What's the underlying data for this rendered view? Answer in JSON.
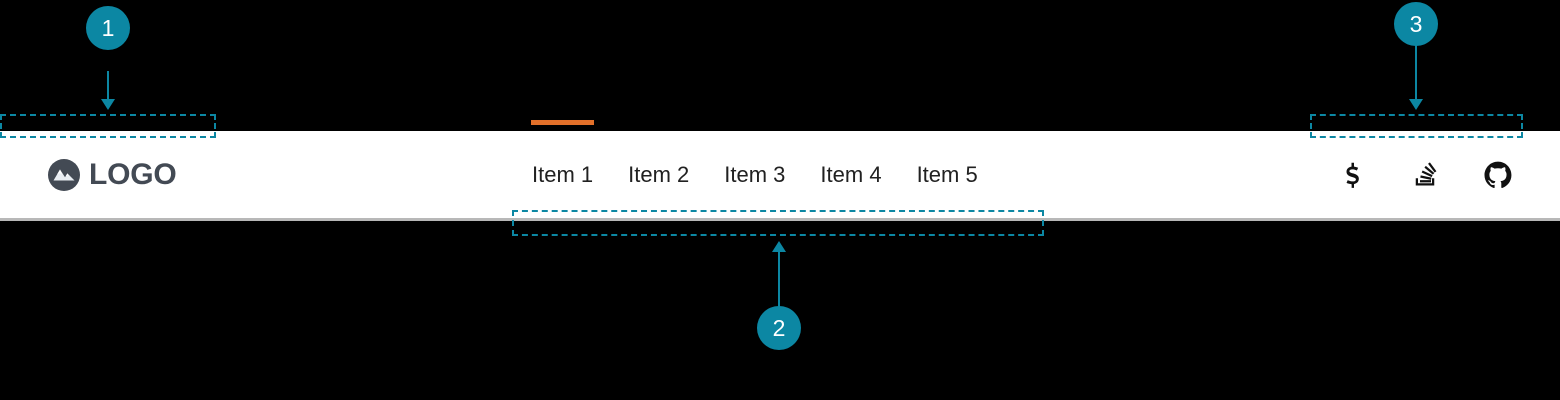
{
  "page": {
    "background_color": "#000000",
    "header_background": "#ffffff",
    "header_border_color": "#b8b8b8"
  },
  "brand": {
    "label": "LOGO",
    "icon": "mountain-circle-logo-icon",
    "text_color": "#434a54",
    "mark_color": "#434a54"
  },
  "nav": {
    "active_index": 0,
    "active_indicator_color": "#e2702a",
    "items": [
      {
        "label": "Item 1",
        "active": true
      },
      {
        "label": "Item 2",
        "active": false
      },
      {
        "label": "Item 3",
        "active": false
      },
      {
        "label": "Item 4",
        "active": false
      },
      {
        "label": "Item 5",
        "active": false
      }
    ]
  },
  "social": {
    "items": [
      {
        "name": "superuser-icon",
        "label": "Superuser"
      },
      {
        "name": "stack-overflow-icon",
        "label": "Stack Overflow"
      },
      {
        "name": "github-icon",
        "label": "GitHub"
      }
    ]
  },
  "annotations": {
    "accent_color": "#0c87a3",
    "markers": [
      {
        "number": "1",
        "target": "brand-logo-region",
        "direction": "down"
      },
      {
        "number": "2",
        "target": "primary-nav-region",
        "direction": "up"
      },
      {
        "number": "3",
        "target": "social-links-region",
        "direction": "down"
      }
    ]
  }
}
